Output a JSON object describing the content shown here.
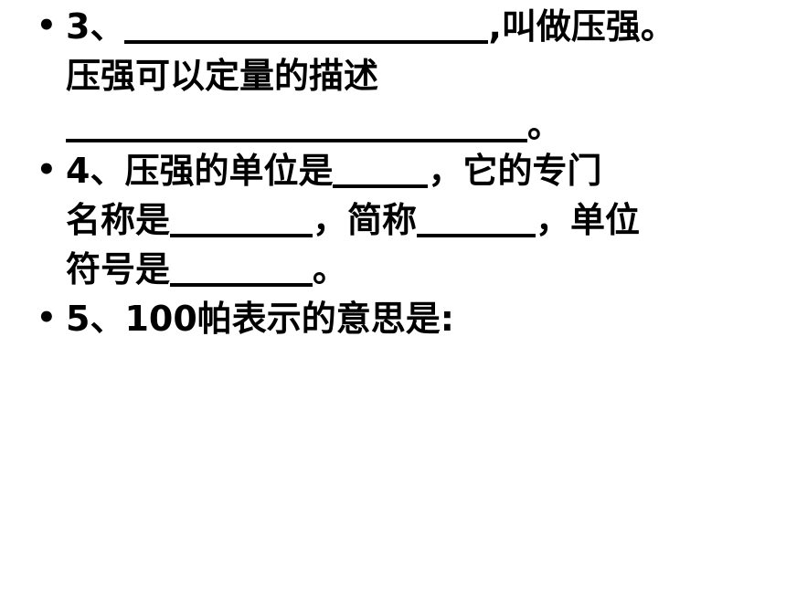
{
  "items": [
    {
      "bullet": "•",
      "number": "3、",
      "after_blank_1": ",叫做压强。",
      "line2": "压强可以定量的描述",
      "line3_end": "。"
    },
    {
      "bullet": "•",
      "line1_start": "4、压强的单位是",
      "line1_end": "，它的专门",
      "line2_start": "名称是",
      "line2_mid": "，简称",
      "line2_end": "，单位",
      "line3_start": "符号是",
      "line3_end": "。"
    },
    {
      "bullet": "•",
      "text": "5、100帕表示的意思是:"
    }
  ]
}
